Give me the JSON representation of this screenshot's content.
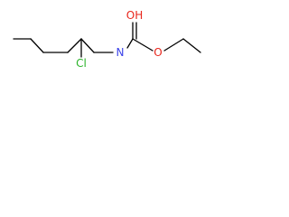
{
  "molecule": {
    "atoms": {
      "nitrogen": "N",
      "hydroxyl": "OH",
      "ether_oxygen": "O",
      "chlorine": "Cl"
    },
    "colors": {
      "bond": "#000000",
      "nitrogen": "#3b42e8",
      "oxygen": "#e8251b",
      "chlorine": "#2bb32a"
    }
  }
}
